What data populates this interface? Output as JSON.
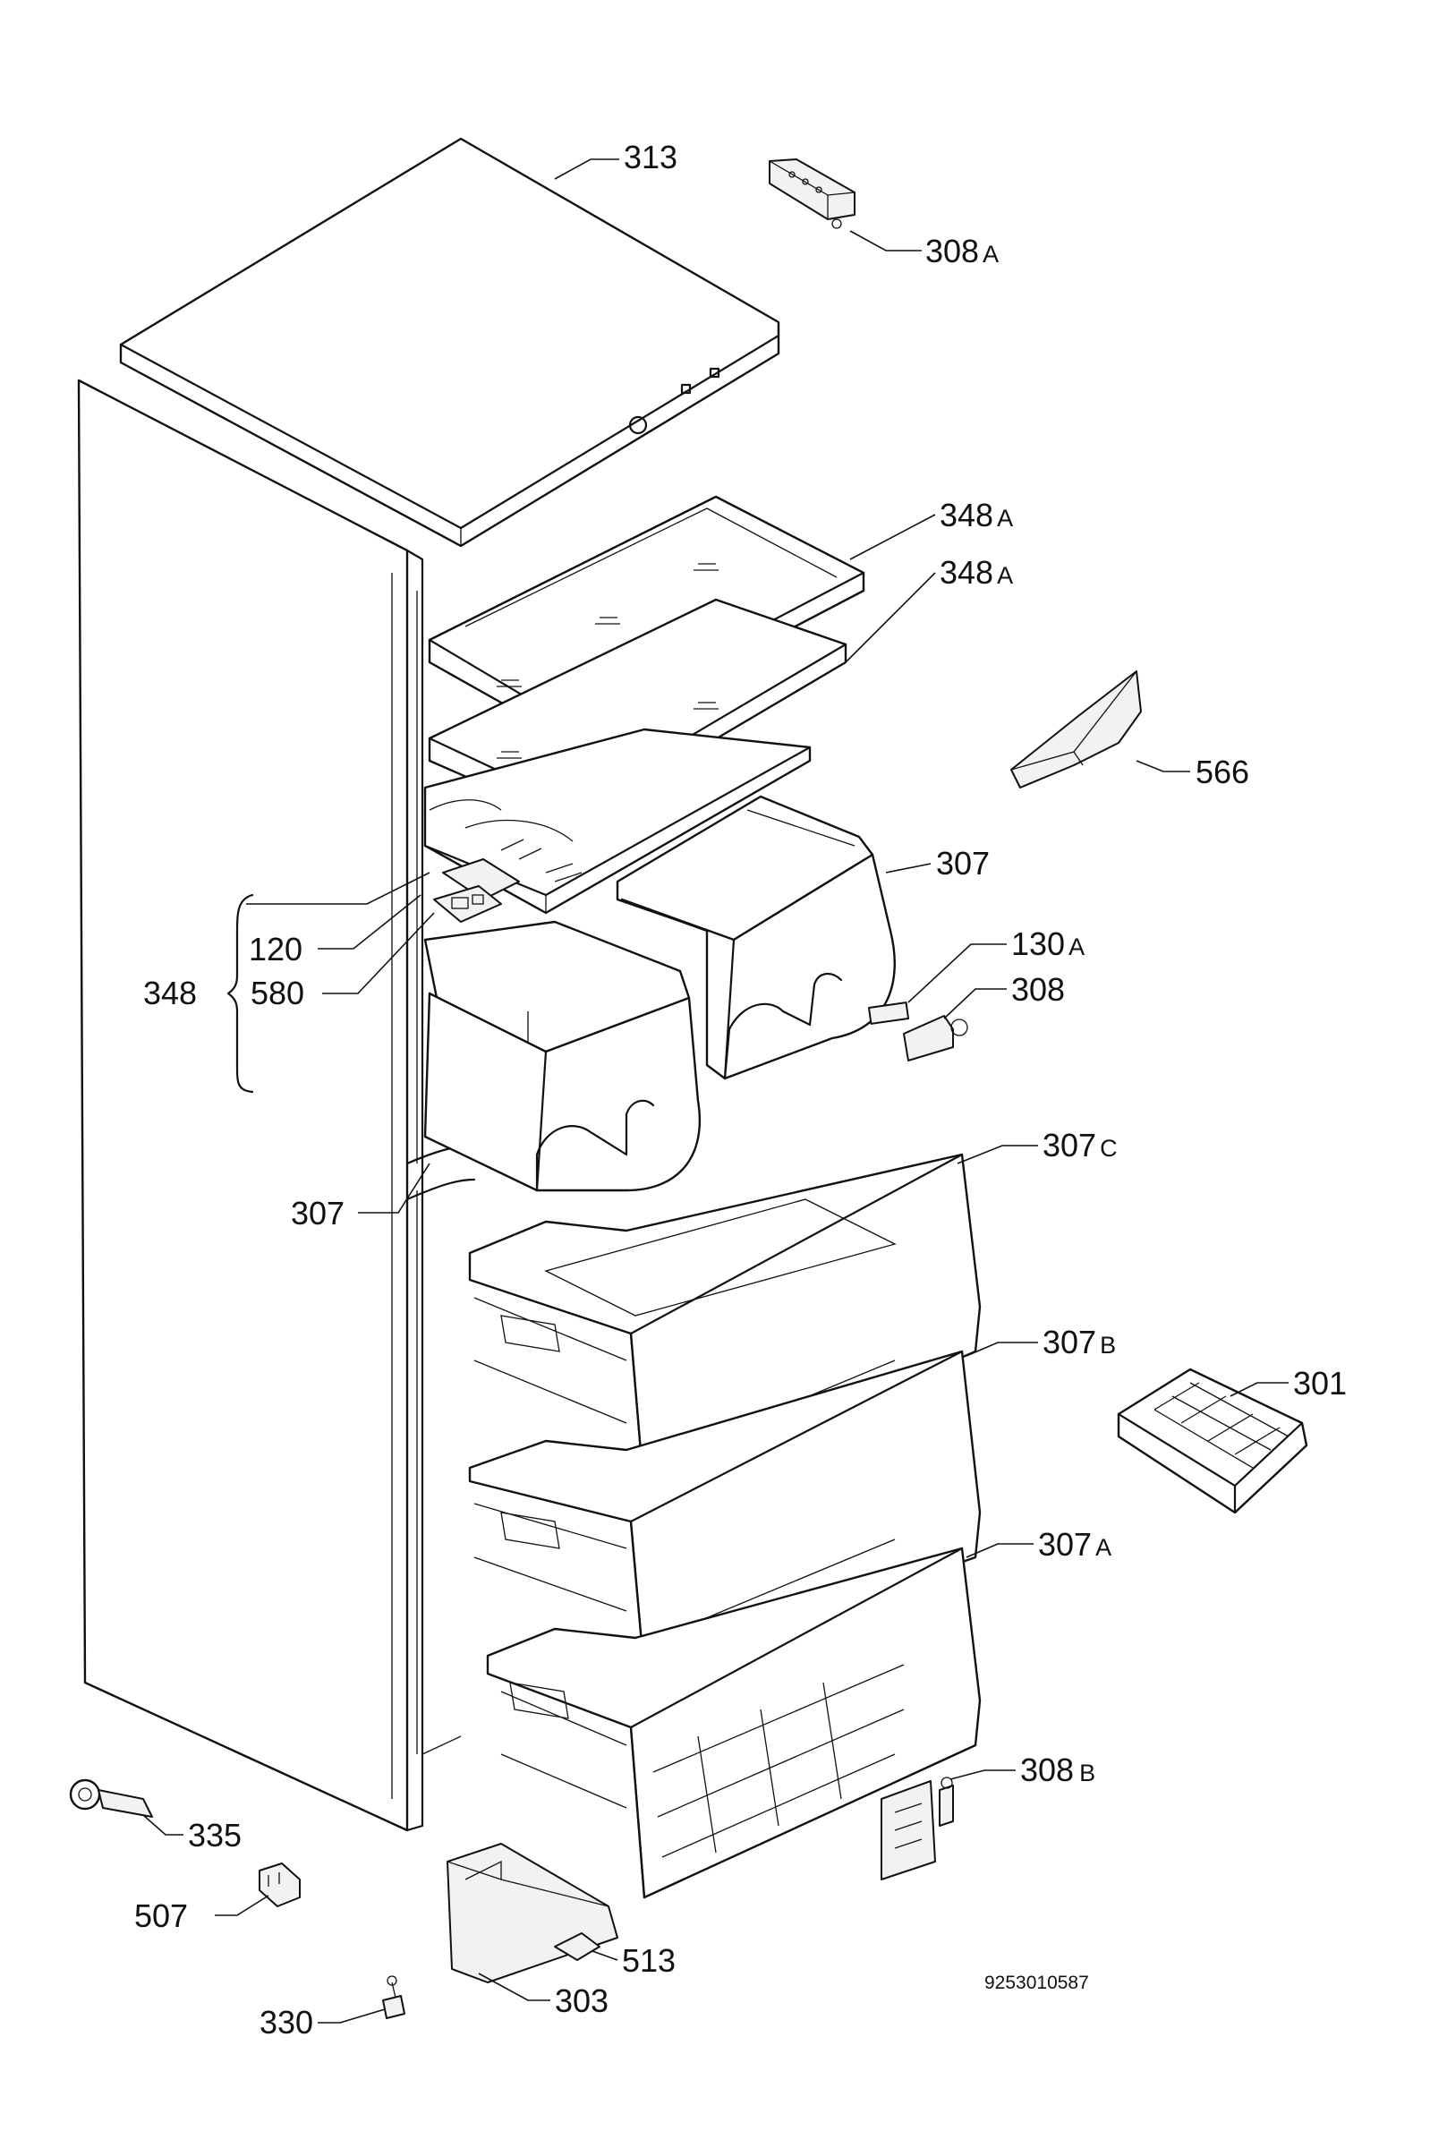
{
  "diagram": {
    "document_number": "9253010587",
    "callouts": {
      "c313": {
        "num": "313",
        "suffix": ""
      },
      "c308a": {
        "num": "308",
        "suffix": "A"
      },
      "c348a_1": {
        "num": "348",
        "suffix": "A"
      },
      "c348a_2": {
        "num": "348",
        "suffix": "A"
      },
      "c566": {
        "num": "566",
        "suffix": ""
      },
      "c307_right": {
        "num": "307",
        "suffix": ""
      },
      "c130a": {
        "num": "130",
        "suffix": "A"
      },
      "c308": {
        "num": "308",
        "suffix": ""
      },
      "c120": {
        "num": "120",
        "suffix": ""
      },
      "c348": {
        "num": "348",
        "suffix": ""
      },
      "c580": {
        "num": "580",
        "suffix": ""
      },
      "c307_left": {
        "num": "307",
        "suffix": ""
      },
      "c307c": {
        "num": "307",
        "suffix": "C"
      },
      "c307b": {
        "num": "307",
        "suffix": "B"
      },
      "c301": {
        "num": "301",
        "suffix": ""
      },
      "c307a": {
        "num": "307",
        "suffix": "A"
      },
      "c308b": {
        "num": "308",
        "suffix": "B"
      },
      "c335": {
        "num": "335",
        "suffix": ""
      },
      "c507": {
        "num": "507",
        "suffix": ""
      },
      "c513": {
        "num": "513",
        "suffix": ""
      },
      "c330": {
        "num": "330",
        "suffix": ""
      },
      "c303": {
        "num": "303",
        "suffix": ""
      }
    }
  }
}
